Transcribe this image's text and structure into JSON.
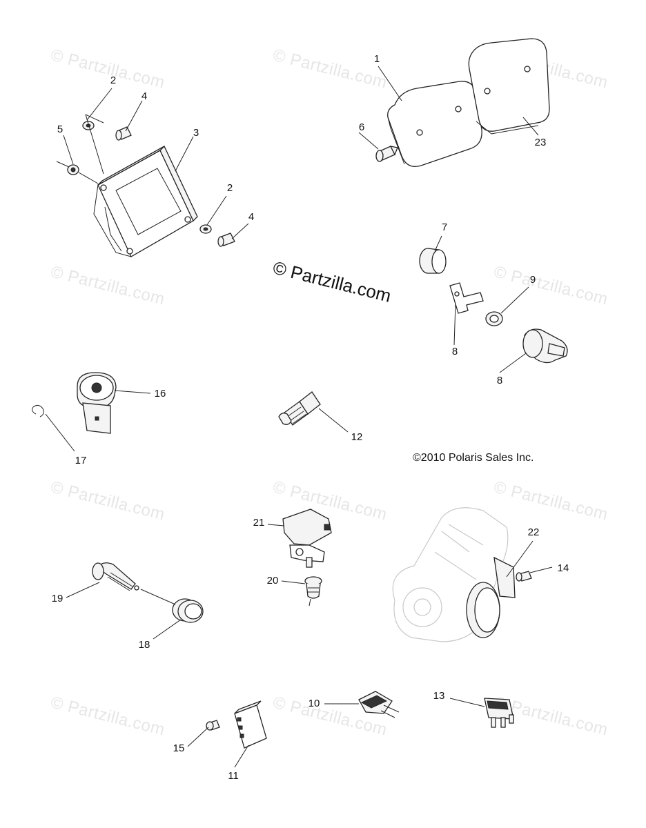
{
  "watermarks": {
    "text": "© Partzilla.com",
    "center_text": "© Partzilla.com"
  },
  "copyright": "©2010 Polaris Sales Inc.",
  "callouts": [
    "1",
    "2",
    "4",
    "5",
    "3",
    "6",
    "23",
    "2",
    "4",
    "7",
    "9",
    "8",
    "8",
    "16",
    "17",
    "12",
    "21",
    "22",
    "14",
    "20",
    "19",
    "18",
    "10",
    "13",
    "15",
    "11"
  ],
  "colors": {
    "line": "#222222",
    "watermark": "#e6e6e6",
    "background": "#ffffff"
  }
}
